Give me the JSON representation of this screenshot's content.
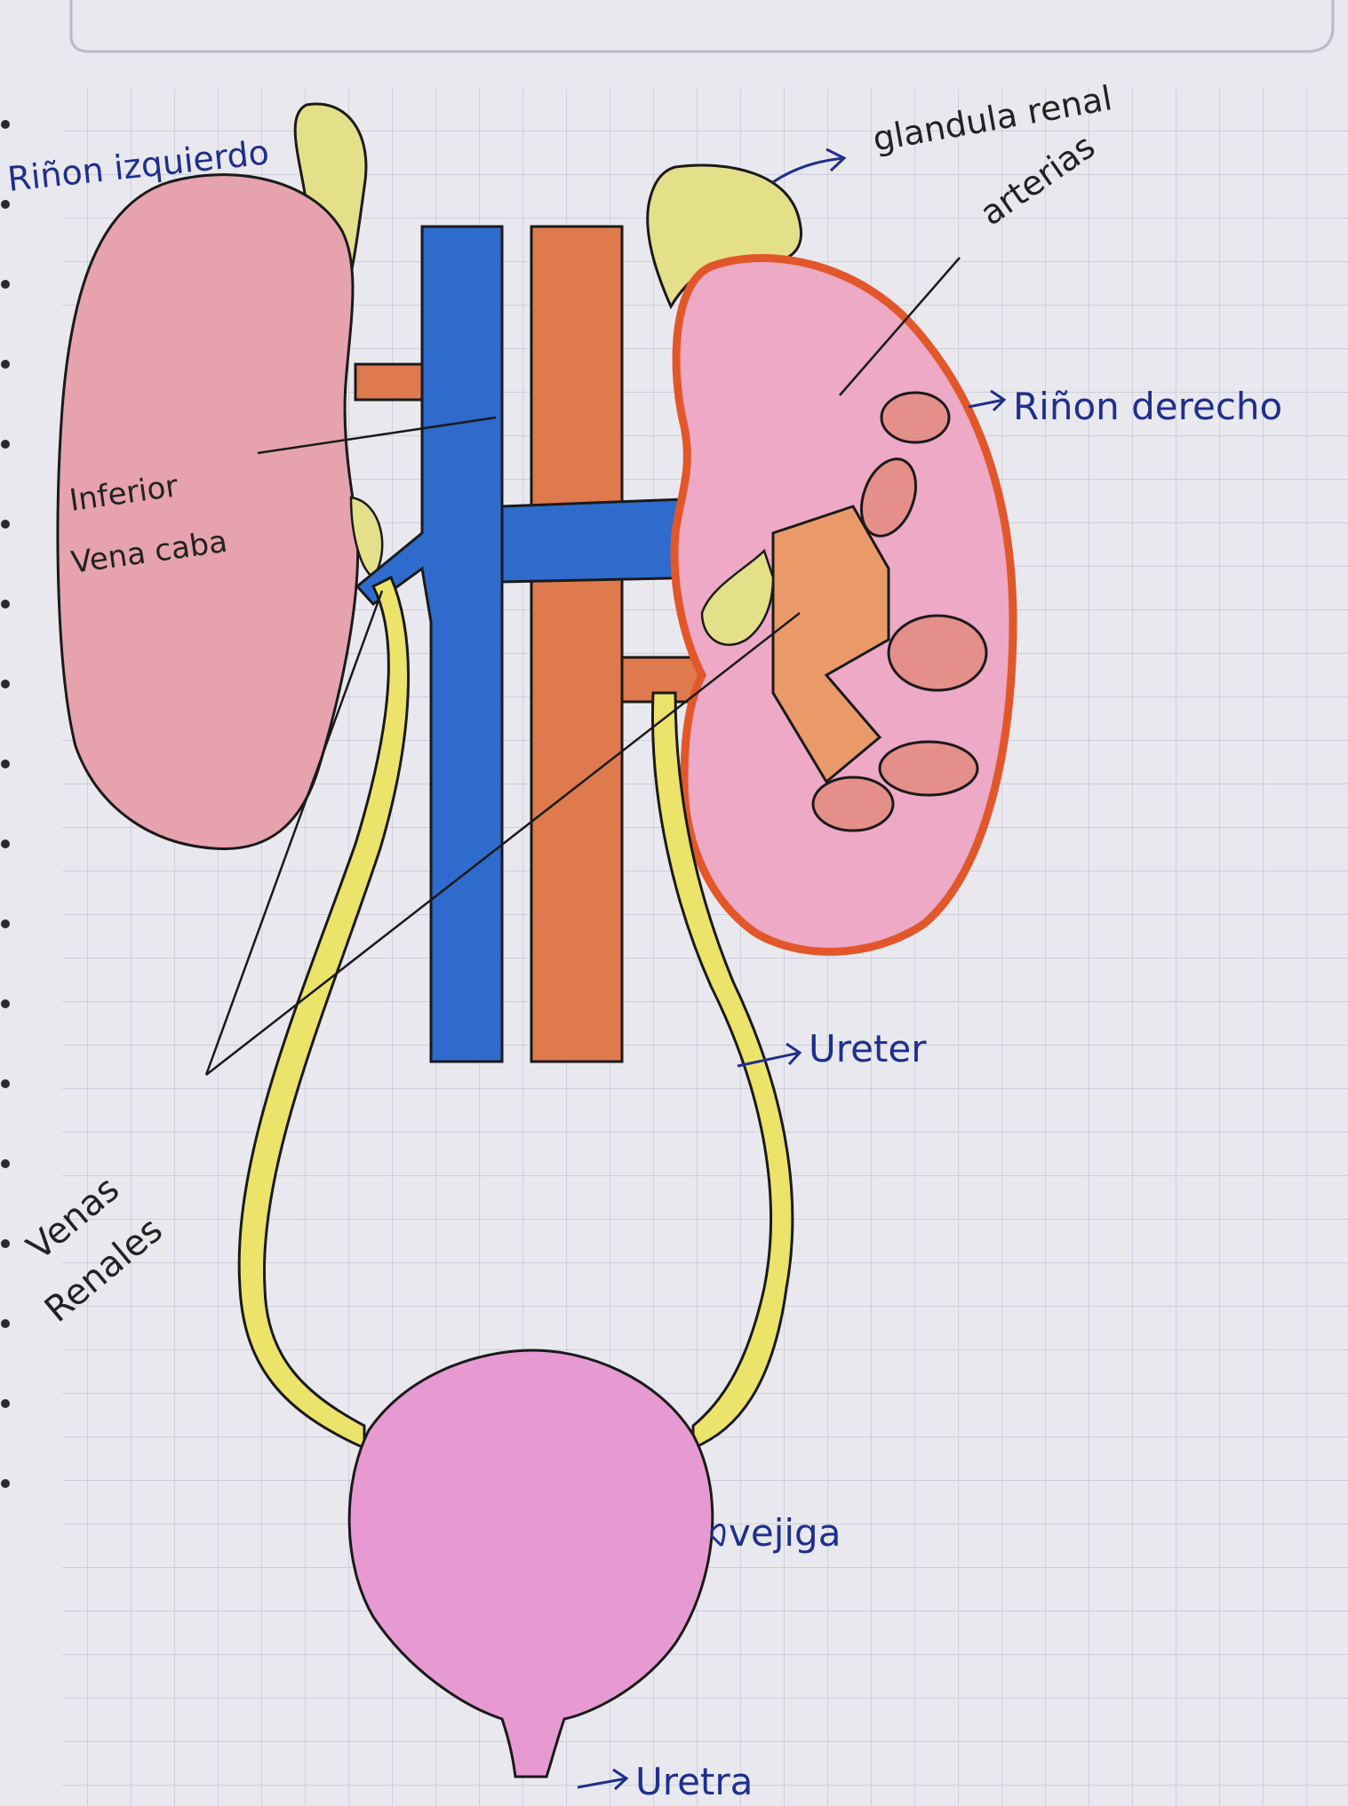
{
  "labels": {
    "rinon_izquierdo": "Riñon izquierdo",
    "glandula_renal": "glandula renal",
    "arterias": "arterias",
    "rinon_derecho": "Riñon derecho",
    "inferior": "Inferior",
    "vena_caba": "Vena caba",
    "ureter": "Ureter",
    "venas": "Venas",
    "renales": "Renales",
    "vejiga": "vejiga",
    "uretra": "Uretra"
  },
  "colors": {
    "paper": "#e9e8ee",
    "grid": "#c3c6d6",
    "kidney": "#e6a3ad",
    "kidney_right": "#eda9c6",
    "kidney_outline_right": "#e2572a",
    "gland": "#e4e08a",
    "vena_cava": "#2f6bcc",
    "aorta": "#de7a4e",
    "ureter": "#ece36a",
    "bladder": "#e79ad2",
    "ink_blue": "#1f2f8f",
    "ink_black": "#1a1a1a"
  }
}
